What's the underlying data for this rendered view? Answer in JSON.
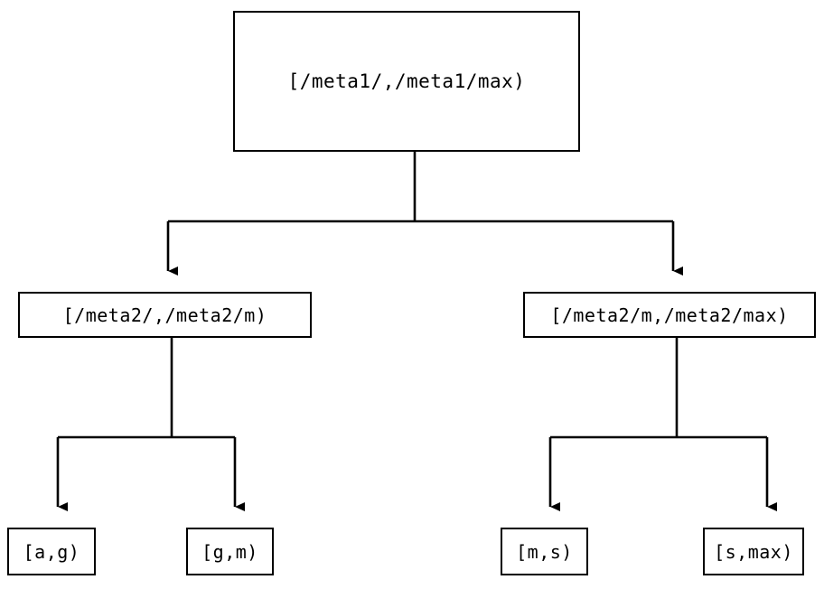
{
  "diagram": {
    "type": "tree",
    "orientation": "top-down",
    "background_color": "#ffffff",
    "line_color": "#000000",
    "text_color": "#000000",
    "nodes": {
      "root": {
        "label": "[/meta1/,/meta1/max)"
      },
      "mid_left": {
        "label": "[/meta2/,/meta2/m)"
      },
      "mid_right": {
        "label": "[/meta2/m,/meta2/max)"
      },
      "leaf_ag": {
        "label": "[a,g)"
      },
      "leaf_gm": {
        "label": "[g,m)"
      },
      "leaf_ms": {
        "label": "[m,s)"
      },
      "leaf_smax": {
        "label": "[s,max)"
      }
    },
    "edges": [
      {
        "from": "root",
        "to": "mid_left",
        "arrowhead": "filled-triangle-down"
      },
      {
        "from": "root",
        "to": "mid_right",
        "arrowhead": "filled-triangle-down"
      },
      {
        "from": "mid_left",
        "to": "leaf_ag",
        "arrowhead": "filled-triangle-down"
      },
      {
        "from": "mid_left",
        "to": "leaf_gm",
        "arrowhead": "filled-triangle-down"
      },
      {
        "from": "mid_right",
        "to": "leaf_ms",
        "arrowhead": "filled-triangle-down"
      },
      {
        "from": "mid_right",
        "to": "leaf_smax",
        "arrowhead": "filled-triangle-down"
      }
    ]
  }
}
